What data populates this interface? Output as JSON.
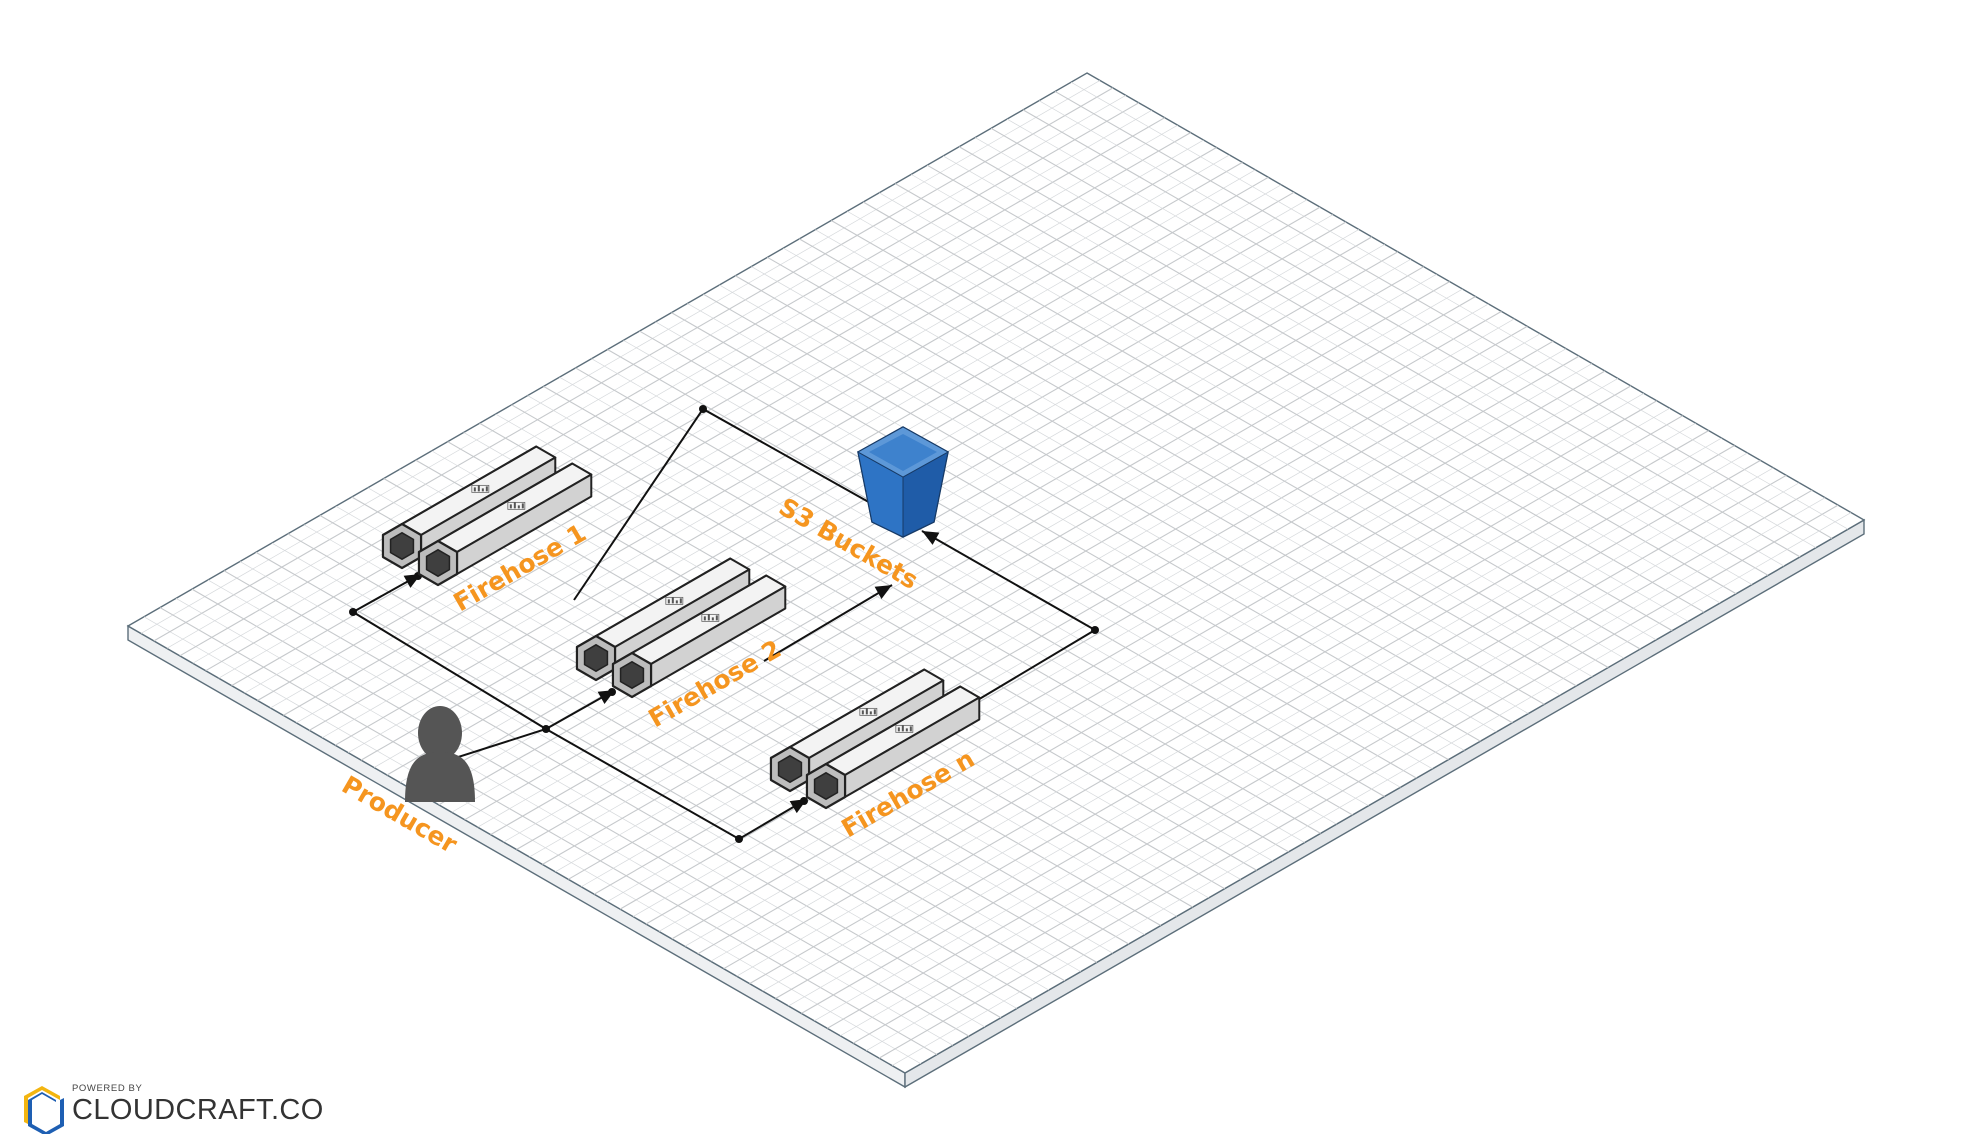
{
  "colors": {
    "label": "#f5951f",
    "grid_line": "#d6d9dc",
    "grid_line_strong": "#c6c9cc",
    "grid_edge": "#5c6e7a",
    "connector": "#111111",
    "firehose_fill": "#e3e3e3",
    "s3_blue": "#2e74c5",
    "user_gray": "#555555",
    "brand_yellow": "#f3b510",
    "brand_blue": "#1e5fb3"
  },
  "nodes": {
    "producer": {
      "label": "Producer",
      "icon": "user-icon"
    },
    "firehose_1": {
      "label": "Firehose 1",
      "icon": "kinesis-firehose-icon"
    },
    "firehose_2": {
      "label": "Firehose 2",
      "icon": "kinesis-firehose-icon"
    },
    "firehose_n": {
      "label": "Firehose n",
      "icon": "kinesis-firehose-icon"
    },
    "s3": {
      "label": "S3 Buckets",
      "icon": "s3-bucket-icon"
    }
  },
  "edges": [
    {
      "from": "Producer",
      "to": "Firehose 1"
    },
    {
      "from": "Producer",
      "to": "Firehose 2"
    },
    {
      "from": "Producer",
      "to": "Firehose n"
    },
    {
      "from": "Firehose 1",
      "to": "S3 Buckets"
    },
    {
      "from": "Firehose 2",
      "to": "S3 Buckets"
    },
    {
      "from": "Firehose n",
      "to": "S3 Buckets"
    }
  ],
  "branding": {
    "powered_by": "POWERED BY",
    "name": "CLOUDCRAFT.CO",
    "icon": "cloudcraft-logo-icon"
  }
}
